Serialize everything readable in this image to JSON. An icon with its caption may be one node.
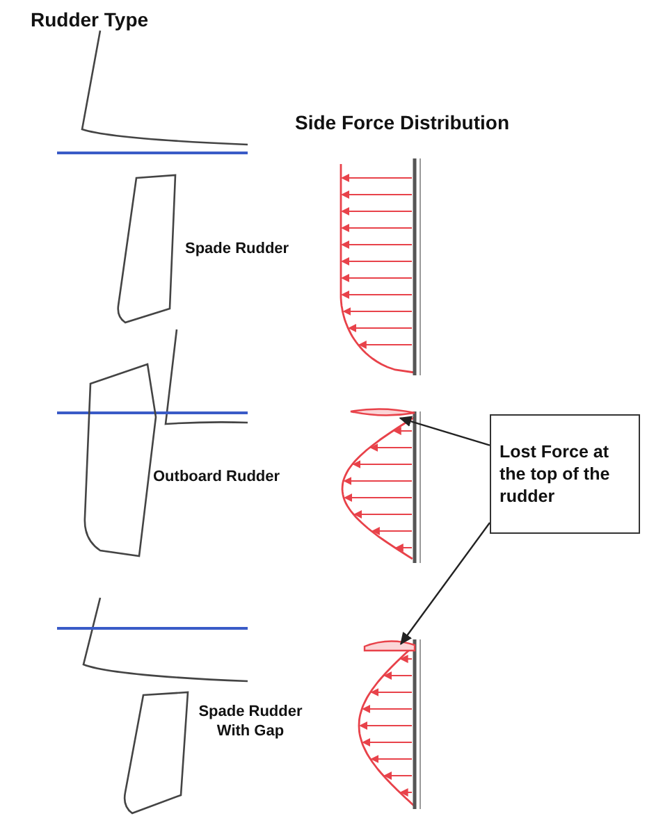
{
  "diagram": {
    "nodes": [
      {
        "text": [
          "Lost Force at the top of the rudder"
        ]
      },
      {
        "text": [],
        "shape": "bar"
      },
      {
        "text": [],
        "shape": "bar"
      }
    ],
    "edges": [
      {
        "from": 0,
        "to": 1,
        "arrow": "to"
      },
      {
        "from": 0,
        "to": 2,
        "arrow": "to"
      }
    ],
    "labels": [
      "Rudder Type",
      "Side Force Distribution",
      "Spade Rudder",
      "Outboard Rudder",
      "Spade Rudder With Gap"
    ]
  }
}
